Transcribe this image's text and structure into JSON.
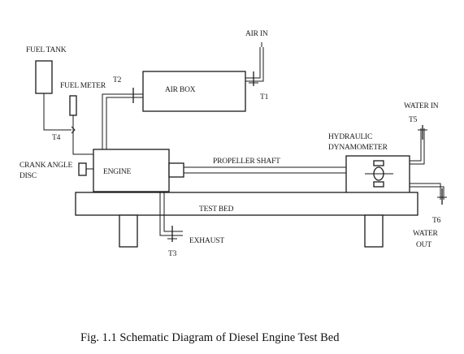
{
  "labels": {
    "fuel_tank": "FUEL TANK",
    "fuel_meter": "FUEL METER",
    "t2": "T2",
    "air_box": "AIR BOX",
    "air_in": "AIR IN",
    "t1": "T1",
    "t4": "T4",
    "crank_angle_line1": "CRANK ANGLE",
    "crank_angle_line2": "DISC",
    "engine": "ENGINE",
    "propeller_shaft": "PROPELLER SHAFT",
    "hydraulic_line1": "HYDRAULIC",
    "hydraulic_line2": "DYNAMOMETER",
    "water_in": "WATER IN",
    "t5": "T5",
    "test_bed": "TEST BED",
    "t6": "T6",
    "water_out_line1": "WATER",
    "water_out_line2": "OUT",
    "exhaust": "EXHAUST",
    "t3": "T3"
  },
  "caption": "Fig. 1.1 Schematic Diagram of Diesel Engine Test Bed"
}
